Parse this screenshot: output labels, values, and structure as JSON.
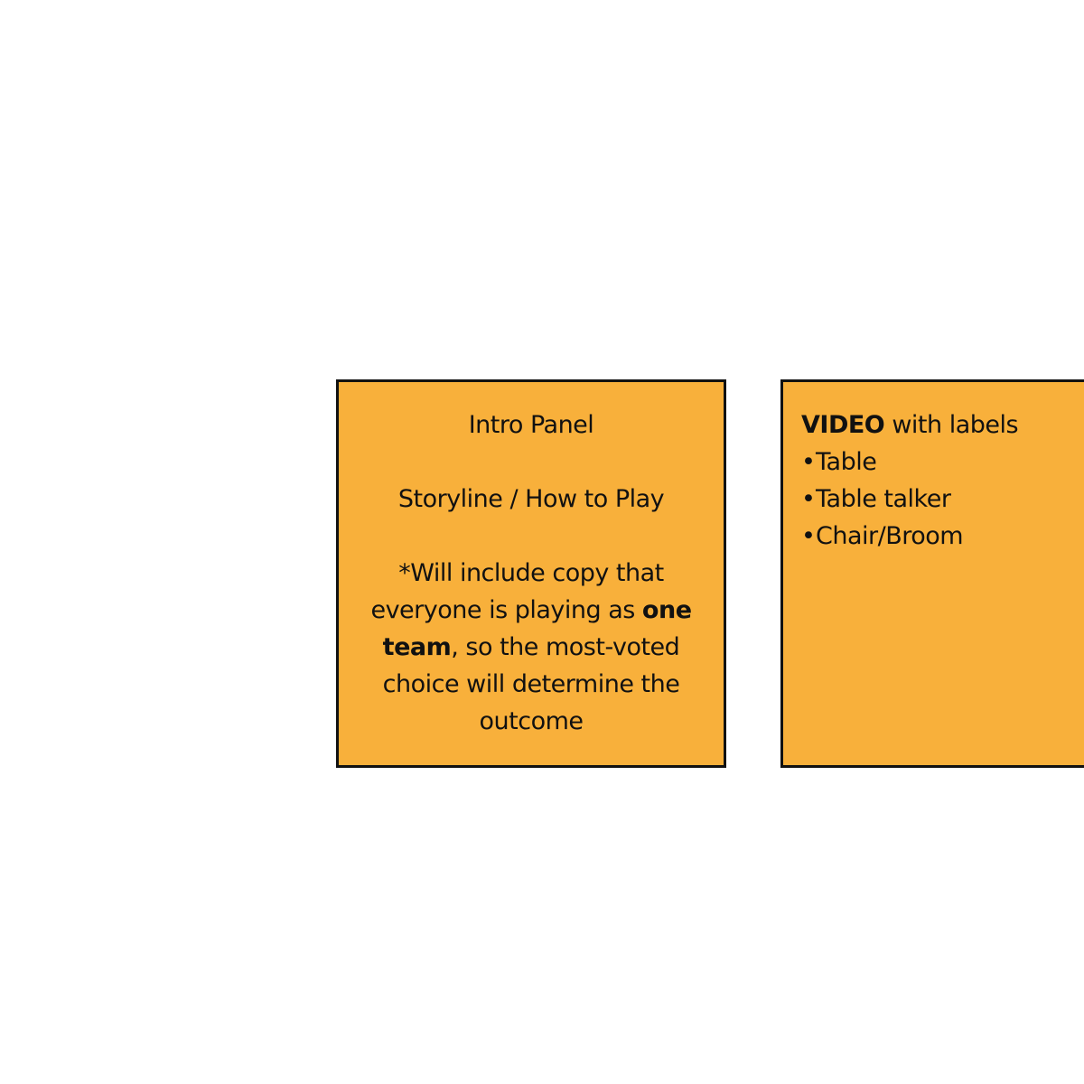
{
  "panel_color": "#F8B03B",
  "border_color": "#111111",
  "intro_panel": {
    "title": "Intro Panel",
    "subtitle": "Storyline / How to Play",
    "note": {
      "line1": "*Will include copy that",
      "line2_prefix": "everyone is playing as ",
      "line2_bold": "one",
      "line3_bold": "team",
      "line3_rest": ", so the most-voted",
      "line4": "choice will determine the",
      "line5": "outcome"
    }
  },
  "video_panel": {
    "heading_bold": "VIDEO",
    "heading_rest": " with labels",
    "bullet_glyph": "•",
    "items": [
      {
        "label": "Table"
      },
      {
        "label": "Table talker"
      },
      {
        "label": "Chair/Broom"
      }
    ]
  }
}
